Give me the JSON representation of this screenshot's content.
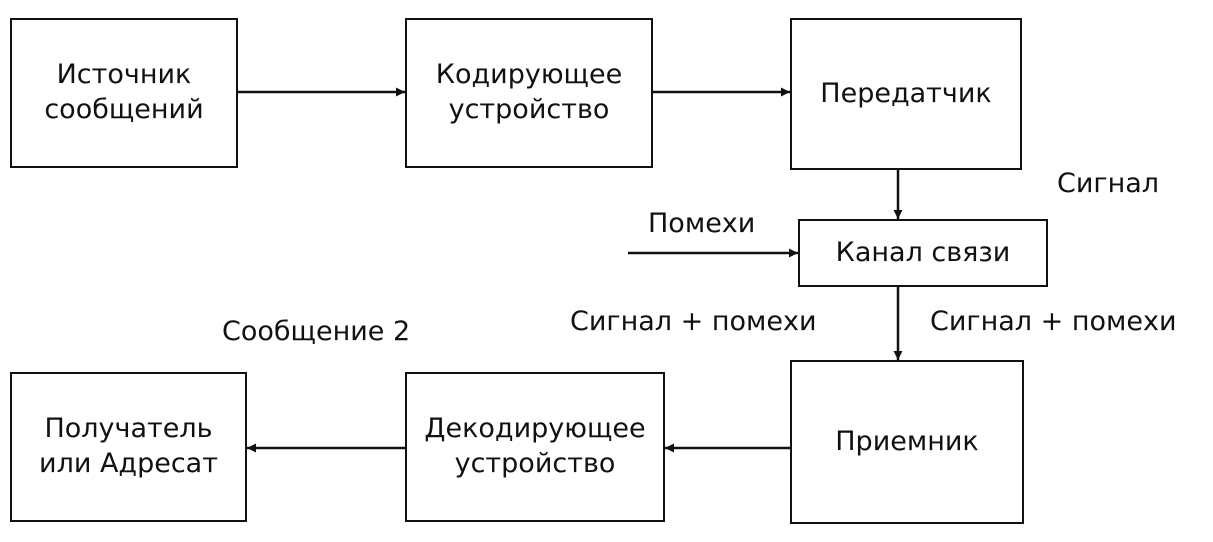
{
  "boxes": {
    "source": "Источник\nсообщений",
    "encoder": "Кодирующее\nустройство",
    "transmitter": "Передатчик",
    "channel": "Канал связи",
    "receiver": "Приемник",
    "decoder": "Декодирующее\nустройство",
    "recipient": "Получатель\nили Адресат"
  },
  "labels": {
    "signal": "Сигнал",
    "noise": "Помехи",
    "signal_noise_left": "Сигнал + помехи",
    "signal_noise_right": "Сигнал + помехи",
    "message2": "Сообщение 2"
  }
}
